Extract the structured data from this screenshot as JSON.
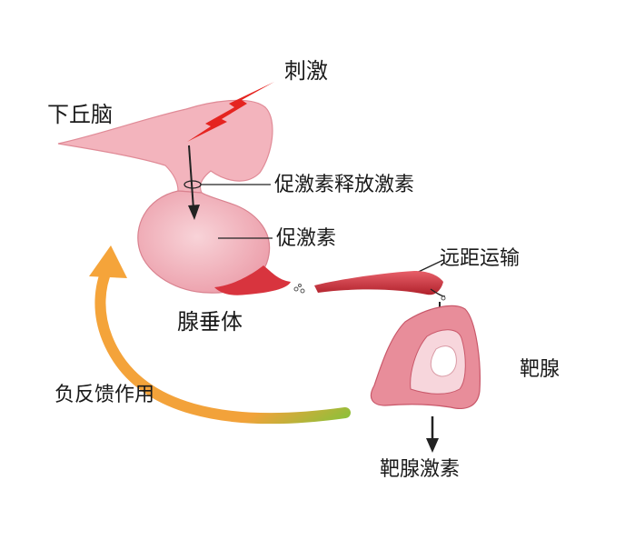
{
  "labels": {
    "hypothalamus": "下丘脑",
    "stimulus": "刺激",
    "releasing_hormone": "促激素释放激素",
    "tropic_hormone": "促激素",
    "transport": "远距运输",
    "pituitary": "腺垂体",
    "target_gland": "靶腺",
    "negative_feedback": "负反馈作用",
    "target_hormone": "靶腺激素"
  },
  "colors": {
    "tissue_pink": "#f3b4bd",
    "tissue_light": "#f8d3d8",
    "vessel_red": "#d8343e",
    "stimulus_red": "#e52420",
    "feedback_orange": "#f5a43a",
    "feedback_green": "#8fbf3a",
    "line": "#222222"
  }
}
